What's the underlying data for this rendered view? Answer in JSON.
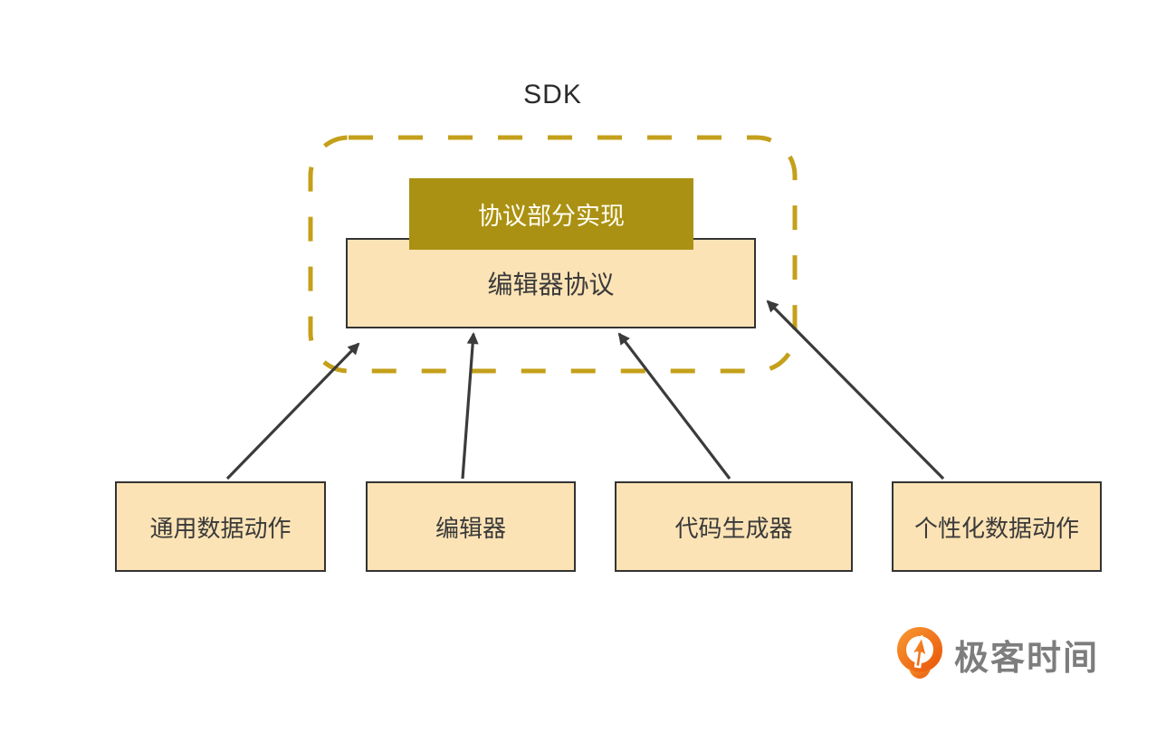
{
  "diagram": {
    "group_title": "SDK",
    "nodes": {
      "protocol_impl": {
        "label": "协议部分实现"
      },
      "editor_protocol": {
        "label": "编辑器协议"
      },
      "sources": [
        {
          "label": "通用数据动作"
        },
        {
          "label": "编辑器"
        },
        {
          "label": "代码生成器"
        },
        {
          "label": "个性化数据动作"
        }
      ]
    },
    "connections": [
      {
        "from": "通用数据动作",
        "to": "SDK"
      },
      {
        "from": "编辑器",
        "to": "编辑器协议"
      },
      {
        "from": "代码生成器",
        "to": "编辑器协议"
      },
      {
        "from": "个性化数据动作",
        "to": "编辑器协议"
      }
    ],
    "colors": {
      "boundary_gold": "#C4A01B",
      "impl_gold": "#AB9113",
      "node_cream": "#FCE3B5",
      "node_border": "#333333",
      "arrow_gray": "#3B3B3B"
    }
  },
  "footer": {
    "brand": "极客时间",
    "logo_orange": "#ED6A13",
    "brand_gray": "#7D7D7D"
  }
}
